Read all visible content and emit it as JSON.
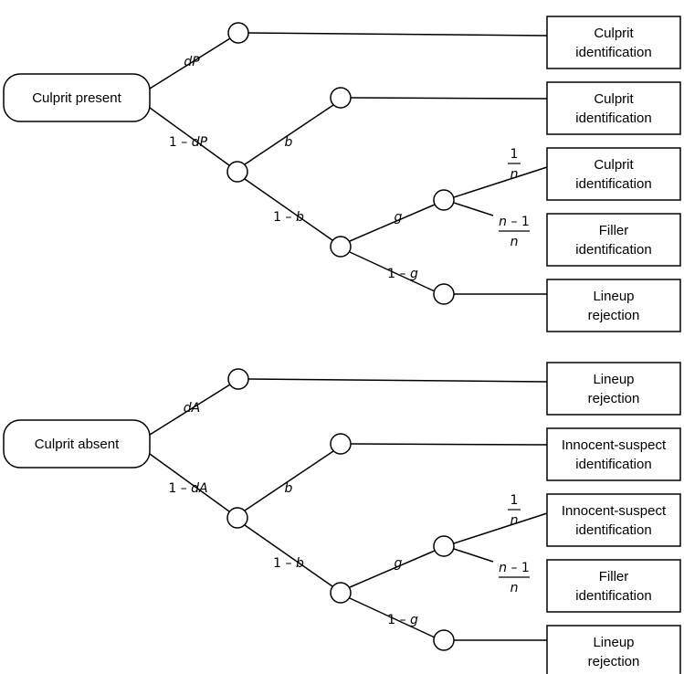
{
  "trees": [
    {
      "root": "Culprit present",
      "branch_labels": {
        "d": {
          "num": "",
          "var": "dP"
        },
        "one_minus_d": {
          "num": "1 – ",
          "var": "dP"
        },
        "b": "b",
        "one_minus_b": {
          "num": "1 – ",
          "var": "b"
        },
        "g": "g",
        "one_minus_g": {
          "num": "1 – ",
          "var": "g"
        },
        "frac1": {
          "num": "1",
          "den": "n"
        },
        "frac2": {
          "num": "n – 1",
          "den": "n"
        }
      },
      "outcomes": [
        [
          "Culprit",
          "identification"
        ],
        [
          "Culprit",
          "identification"
        ],
        [
          "Culprit",
          "identification"
        ],
        [
          "Filler",
          "identification"
        ],
        [
          "Lineup",
          "rejection"
        ]
      ]
    },
    {
      "root": "Culprit absent",
      "branch_labels": {
        "d": {
          "num": "",
          "var": "dA"
        },
        "one_minus_d": {
          "num": "1 – ",
          "var": "dA"
        },
        "b": "b",
        "one_minus_b": {
          "num": "1 – ",
          "var": "b"
        },
        "g": "g",
        "one_minus_g": {
          "num": "1 – ",
          "var": "g"
        },
        "frac1": {
          "num": "1",
          "den": "n"
        },
        "frac2": {
          "num": "n – 1",
          "den": "n"
        }
      },
      "outcomes": [
        [
          "Lineup",
          "rejection"
        ],
        [
          "Innocent-suspect",
          "identification"
        ],
        [
          "Innocent-suspect",
          "identification"
        ],
        [
          "Filler",
          "identification"
        ],
        [
          "Lineup",
          "rejection"
        ]
      ]
    }
  ]
}
